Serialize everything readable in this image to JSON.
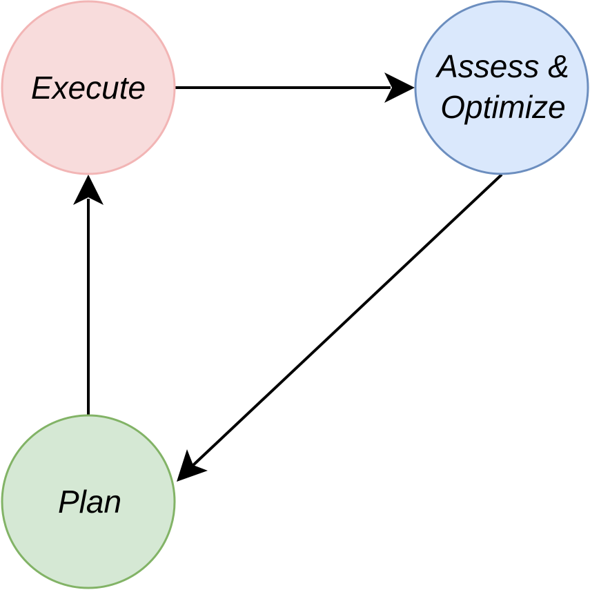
{
  "nodes": {
    "execute": {
      "label": "Execute",
      "fill": "#f8dcdc",
      "stroke": "#f2b5b5"
    },
    "assess": {
      "label_line1": "Assess &",
      "label_line2": "Optimize",
      "fill": "#dae8fc",
      "stroke": "#6c8ebf"
    },
    "plan": {
      "label": "Plan",
      "fill": "#d5e8d4",
      "stroke": "#82b366"
    }
  },
  "edges": [
    {
      "from": "Execute",
      "to": "Assess & Optimize"
    },
    {
      "from": "Assess & Optimize",
      "to": "Plan"
    },
    {
      "from": "Plan",
      "to": "Execute"
    }
  ],
  "colors": {
    "edge": "#000000",
    "text": "#000000"
  }
}
